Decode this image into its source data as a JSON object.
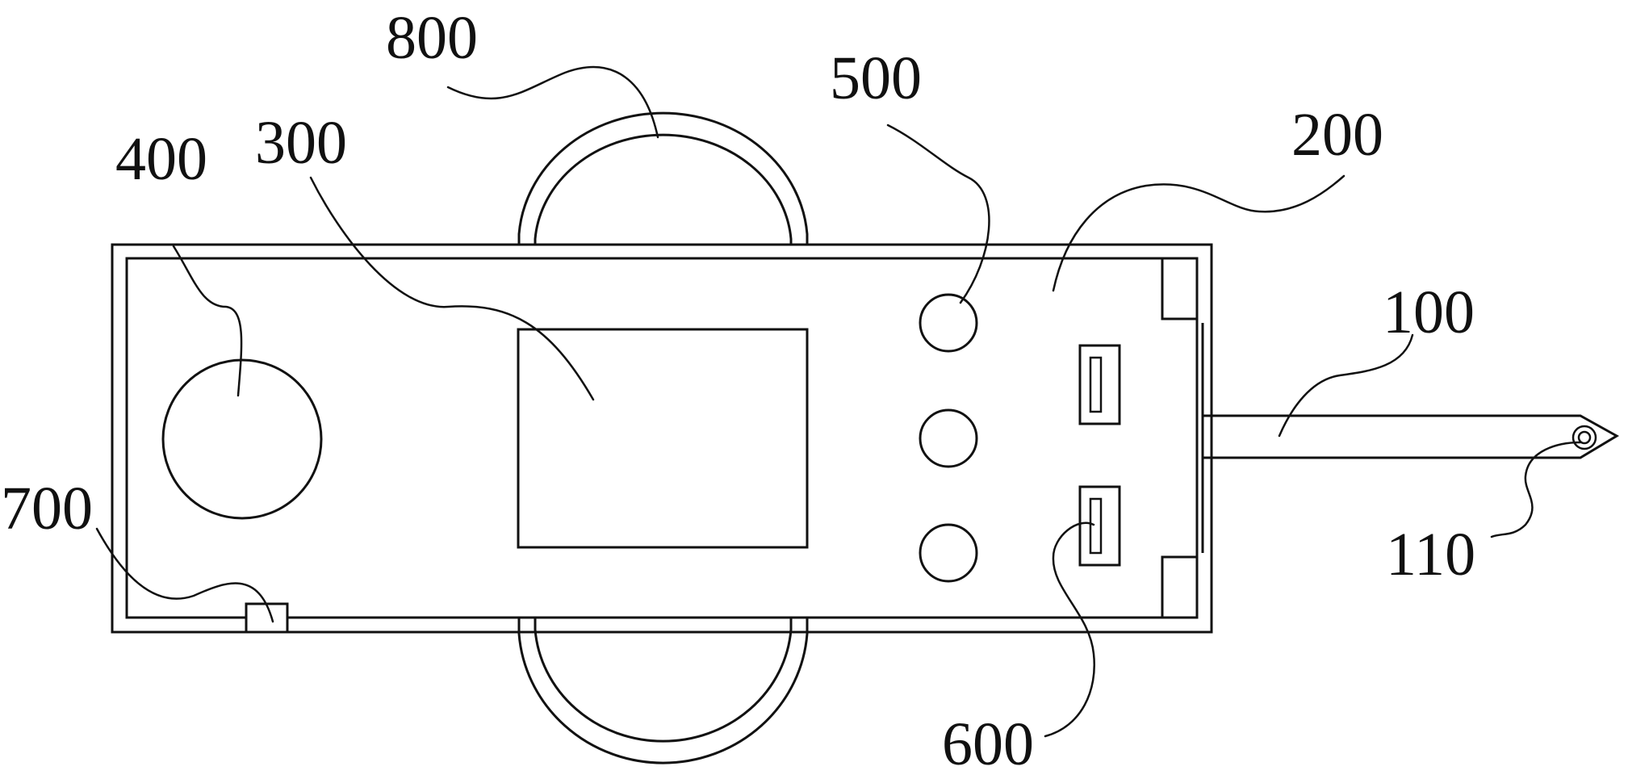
{
  "labels": {
    "l100": "100",
    "l110": "110",
    "l200": "200",
    "l300": "300",
    "l400": "400",
    "l500": "500",
    "l600": "600",
    "l700": "700",
    "l800": "800"
  },
  "colors": {
    "line": "#111111",
    "background": "#ffffff"
  }
}
